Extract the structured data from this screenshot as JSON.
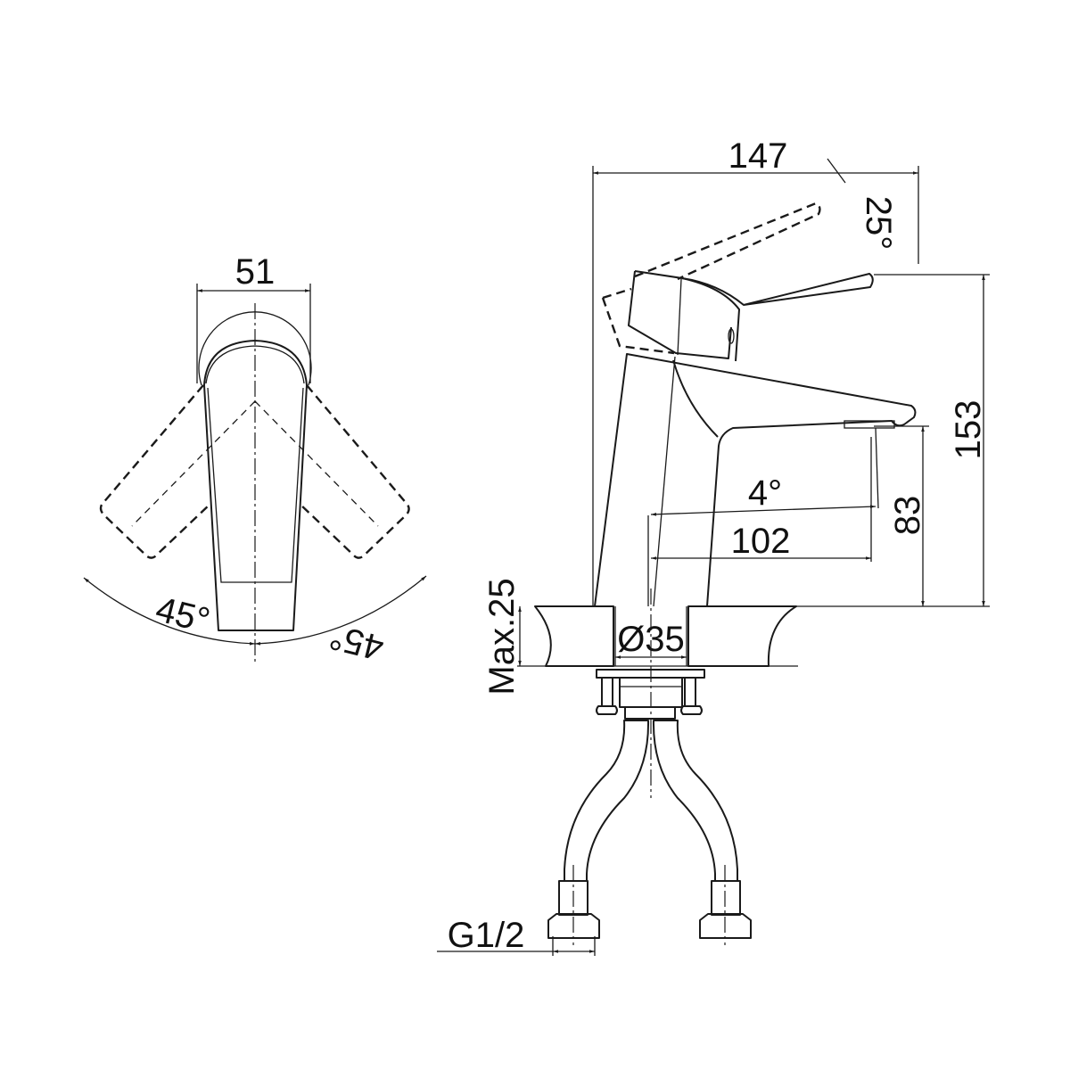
{
  "drawing": {
    "top_view": {
      "width_label": "51",
      "angle_left_label": "45°",
      "angle_right_label": "45°"
    },
    "side_view": {
      "length_label": "147",
      "lever_angle_label": "25°",
      "height_label": "153",
      "spout_height_label": "83",
      "spout_angle_label": "4°",
      "reach_label": "102",
      "hole_label": "Ø35",
      "max_thickness_label": "Max.25",
      "thread_label": "G1/2"
    },
    "colors": {
      "line": "#1a1a1a",
      "background": "#ffffff"
    }
  }
}
